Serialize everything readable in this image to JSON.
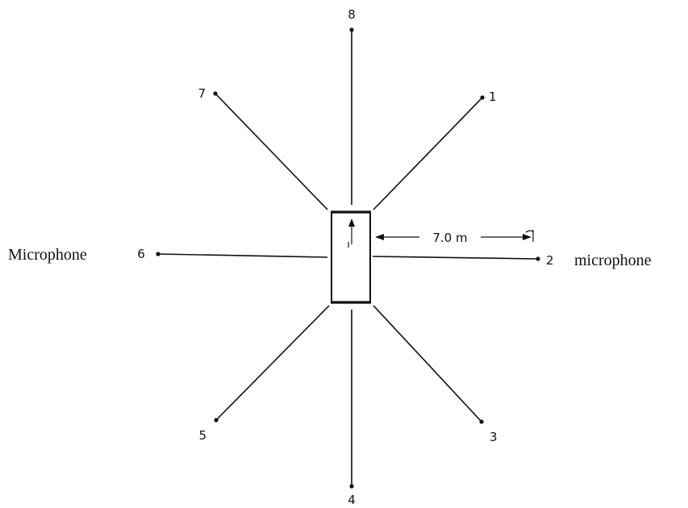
{
  "labels": {
    "left_side": "Microphone",
    "right_side": "microphone",
    "distance": "7.0 m"
  },
  "microphones": [
    {
      "id": "1",
      "label": "1"
    },
    {
      "id": "2",
      "label": "2"
    },
    {
      "id": "3",
      "label": "3"
    },
    {
      "id": "4",
      "label": "4"
    },
    {
      "id": "5",
      "label": "5"
    },
    {
      "id": "6",
      "label": "6"
    },
    {
      "id": "7",
      "label": "7"
    },
    {
      "id": "8",
      "label": "8"
    }
  ]
}
